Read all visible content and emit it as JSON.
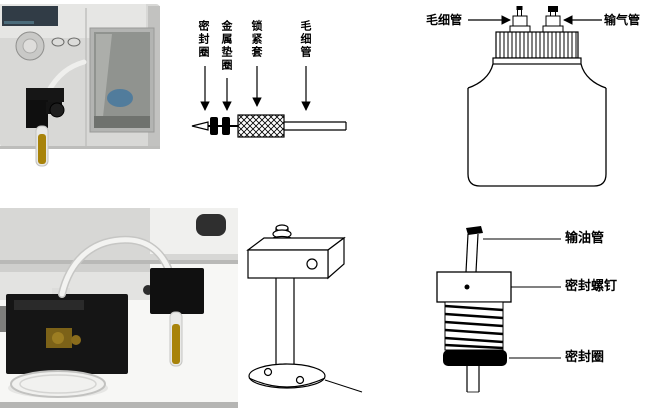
{
  "capillary_assembly": {
    "labels": [
      "密封圈",
      "金属垫圈",
      "锁紧套",
      "毛细管"
    ]
  },
  "bottle": {
    "capillary_label": "毛细管",
    "gas_tube_label": "输气管"
  },
  "plug": {
    "oil_tube_label": "输油管",
    "seal_screw_label": "密封螺钉",
    "seal_ring_label": "密封圈"
  },
  "colors": {
    "liquid": "#a8830a",
    "line": "#000000"
  }
}
